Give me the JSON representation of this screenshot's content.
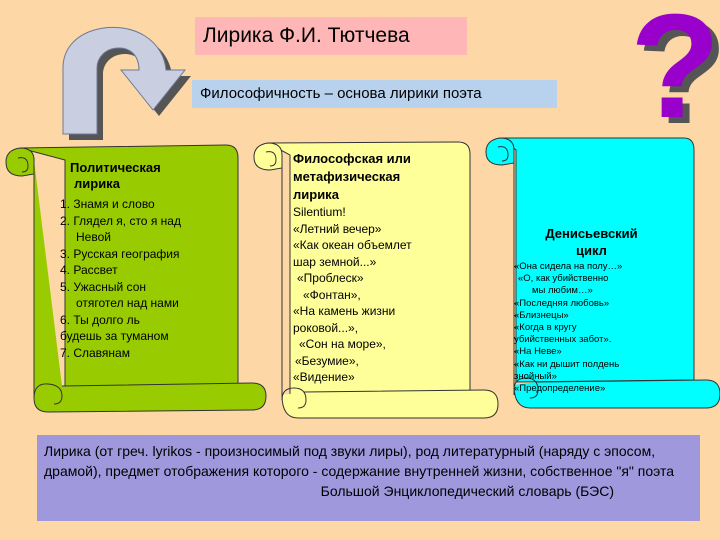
{
  "slide": {
    "title": "Лирика   Ф.И. Тютчева",
    "subtitle": "Философичность – основа лирики поэта",
    "question_mark": "?"
  },
  "colors": {
    "background": "#fdd8a6",
    "title_bg": "#ffb6b6",
    "subtitle_bg": "#b8d2ee",
    "scroll_green": "#99cc00",
    "scroll_yellow": "#ffff99",
    "scroll_cyan": "#00ffff",
    "bottom_bg": "#9f98dc",
    "arrow_fill": "#c9cfe0",
    "question_purple": "#9900cc"
  },
  "icons": [
    "curved-arrow-icon",
    "question-mark-icon",
    "scroll-icon"
  ],
  "scrolls": [
    {
      "heading_line1": "Политическая",
      "heading_line2": "лирика",
      "items": [
        "1. Знамя и слово",
        "2. Глядел я, сто я над",
        "   Невой",
        "3. Русская география",
        "4. Рассвет",
        "5. Ужасный сон",
        "   отяготел над нами",
        "6. Ты долго ль",
        "будешь за туманом",
        "7. Славянам"
      ]
    },
    {
      "heading_line1": "Философская или",
      "heading_line2": "метафизическая",
      "heading_line3": "лирика",
      "items": [
        "Silentium!",
        "«Летний вечер»",
        "«Как океан объемлет",
        "шар земной...»",
        "«Проблеск»",
        "«Фонтан»,",
        "«На камень жизни",
        "роковой...»,",
        "«Сон на море»,",
        "«Безумие»,",
        "«Видение»"
      ]
    },
    {
      "heading_line1": "Денисьевский",
      "heading_line2": "цикл",
      "items": [
        "«Она сидела на полу…»",
        "«О, как убийственно",
        "мы   любим…»",
        "«Последняя любовь»",
        "«Близнецы»",
        "«Когда в кругу",
        "убийственных забот».",
        "«На Неве»",
        "«Как ни дышит полдень",
        "знойный»",
        "«Предопределение»"
      ]
    }
  ],
  "definition": {
    "text": "Лирика (от греч. lyrikos - произносимый под звуки лиры), род литературный (наряду с эпосом, драмой), предмет отображения которого - содержание внутренней жизни, собственное \"я\" поэта",
    "source": "Большой Энциклопедический словарь (БЭС)"
  }
}
